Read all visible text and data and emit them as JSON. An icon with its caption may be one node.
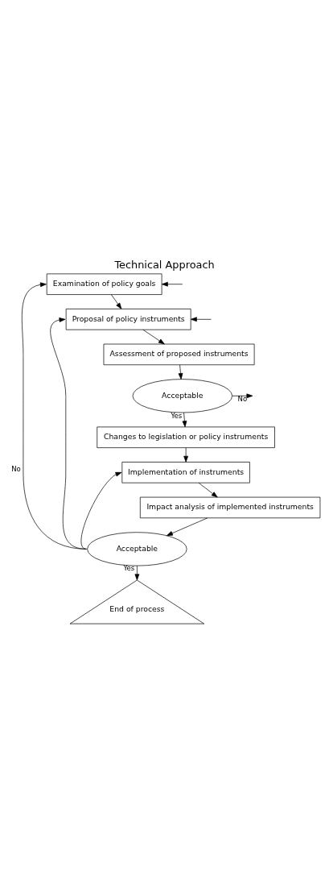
{
  "diagram": {
    "title": "Technical Approach",
    "nodes": [
      {
        "text": [
          "Examination of policy goals"
        ]
      },
      {
        "text": [
          "Proposal of policy instruments"
        ]
      },
      {
        "text": [
          "Assessment of proposed instruments"
        ]
      },
      {
        "text": [
          "Acceptable"
        ]
      },
      {
        "text": [
          "Changes to legislation or policy instruments"
        ]
      },
      {
        "text": [
          "Implementation of instruments"
        ]
      },
      {
        "text": [
          "Impact analysis of implemented instruments"
        ]
      },
      {
        "text": [
          "Acceptable"
        ]
      },
      {
        "text": [
          "End of process"
        ]
      }
    ],
    "edges": [
      {
        "from": 0,
        "to": 1,
        "arrow": "to"
      },
      {
        "from": 1,
        "to": 2,
        "arrow": "to"
      },
      {
        "from": 2,
        "to": 3,
        "arrow": "to"
      },
      {
        "from": 3,
        "to": 4,
        "arrow": "to",
        "label": "Yes"
      },
      {
        "from": 4,
        "to": 5,
        "arrow": "to"
      },
      {
        "from": 5,
        "to": 6,
        "arrow": "to"
      },
      {
        "from": 6,
        "to": 7,
        "arrow": "to"
      },
      {
        "from": 7,
        "to": 8,
        "arrow": "to",
        "label": "Yes"
      },
      {
        "from": 7,
        "to": 0,
        "arrow": "to",
        "label": "No"
      },
      {
        "from": 7,
        "to": 1,
        "arrow": "to"
      },
      {
        "from": 7,
        "to": 5,
        "arrow": "to"
      },
      {
        "from": null,
        "to": 0,
        "arrow": "to"
      },
      {
        "from": null,
        "to": 1,
        "arrow": "to"
      },
      {
        "from": 3,
        "to": null,
        "arrow": "to",
        "label": "No"
      }
    ]
  }
}
